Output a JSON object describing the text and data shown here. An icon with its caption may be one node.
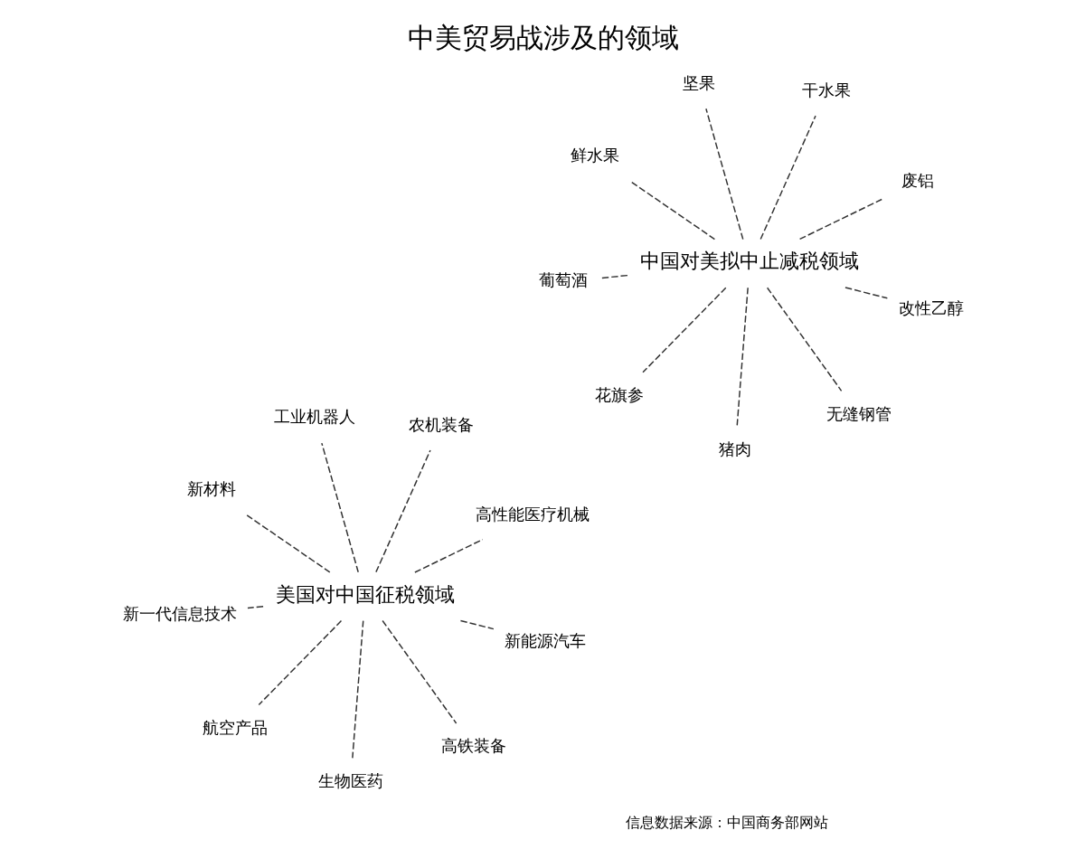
{
  "diagram": {
    "title": "中美贸易战涉及的领域",
    "nodes": [
      {
        "text": [
          "中国对美拟中止减税领域"
        ]
      },
      {
        "text": [
          "废铝"
        ]
      },
      {
        "text": [
          "猪肉"
        ]
      },
      {
        "text": [
          "鲜水果"
        ]
      },
      {
        "text": [
          "干水果"
        ]
      },
      {
        "text": [
          "坚果"
        ]
      },
      {
        "text": [
          "葡萄酒"
        ]
      },
      {
        "text": [
          "改性乙醇"
        ]
      },
      {
        "text": [
          "花旗参"
        ]
      },
      {
        "text": [
          "无缝钢管"
        ]
      },
      {
        "text": [
          "美国对中国征税领域"
        ]
      },
      {
        "text": [
          "高性能医疗机械"
        ]
      },
      {
        "text": [
          "生物医药"
        ]
      },
      {
        "text": [
          "新材料"
        ]
      },
      {
        "text": [
          "农机装备"
        ]
      },
      {
        "text": [
          "工业机器人"
        ]
      },
      {
        "text": [
          "新一代信息技术"
        ]
      },
      {
        "text": [
          "新能源汽车"
        ]
      },
      {
        "text": [
          "航空产品"
        ]
      },
      {
        "text": [
          "高铁装备"
        ]
      }
    ],
    "edges": [
      {
        "from": 0,
        "to": 1,
        "arrow": "none",
        "style": "dashed"
      },
      {
        "from": 0,
        "to": 2,
        "arrow": "none",
        "style": "dashed"
      },
      {
        "from": 0,
        "to": 3,
        "arrow": "none",
        "style": "dashed"
      },
      {
        "from": 0,
        "to": 4,
        "arrow": "none",
        "style": "dashed"
      },
      {
        "from": 0,
        "to": 5,
        "arrow": "none",
        "style": "dashed"
      },
      {
        "from": 0,
        "to": 6,
        "arrow": "none",
        "style": "dashed"
      },
      {
        "from": 0,
        "to": 7,
        "arrow": "none",
        "style": "dashed"
      },
      {
        "from": 0,
        "to": 8,
        "arrow": "none",
        "style": "dashed"
      },
      {
        "from": 0,
        "to": 9,
        "arrow": "none",
        "style": "dashed"
      },
      {
        "from": 10,
        "to": 11,
        "arrow": "none",
        "style": "dashed"
      },
      {
        "from": 10,
        "to": 12,
        "arrow": "none",
        "style": "dashed"
      },
      {
        "from": 10,
        "to": 13,
        "arrow": "none",
        "style": "dashed"
      },
      {
        "from": 10,
        "to": 14,
        "arrow": "none",
        "style": "dashed"
      },
      {
        "from": 10,
        "to": 15,
        "arrow": "none",
        "style": "dashed"
      },
      {
        "from": 10,
        "to": 16,
        "arrow": "none",
        "style": "dashed"
      },
      {
        "from": 10,
        "to": 17,
        "arrow": "none",
        "style": "dashed"
      },
      {
        "from": 10,
        "to": 18,
        "arrow": "none",
        "style": "dashed"
      },
      {
        "from": 10,
        "to": 19,
        "arrow": "none",
        "style": "dashed"
      }
    ],
    "labels": [
      "信息数据来源：中国商务部网站"
    ]
  }
}
